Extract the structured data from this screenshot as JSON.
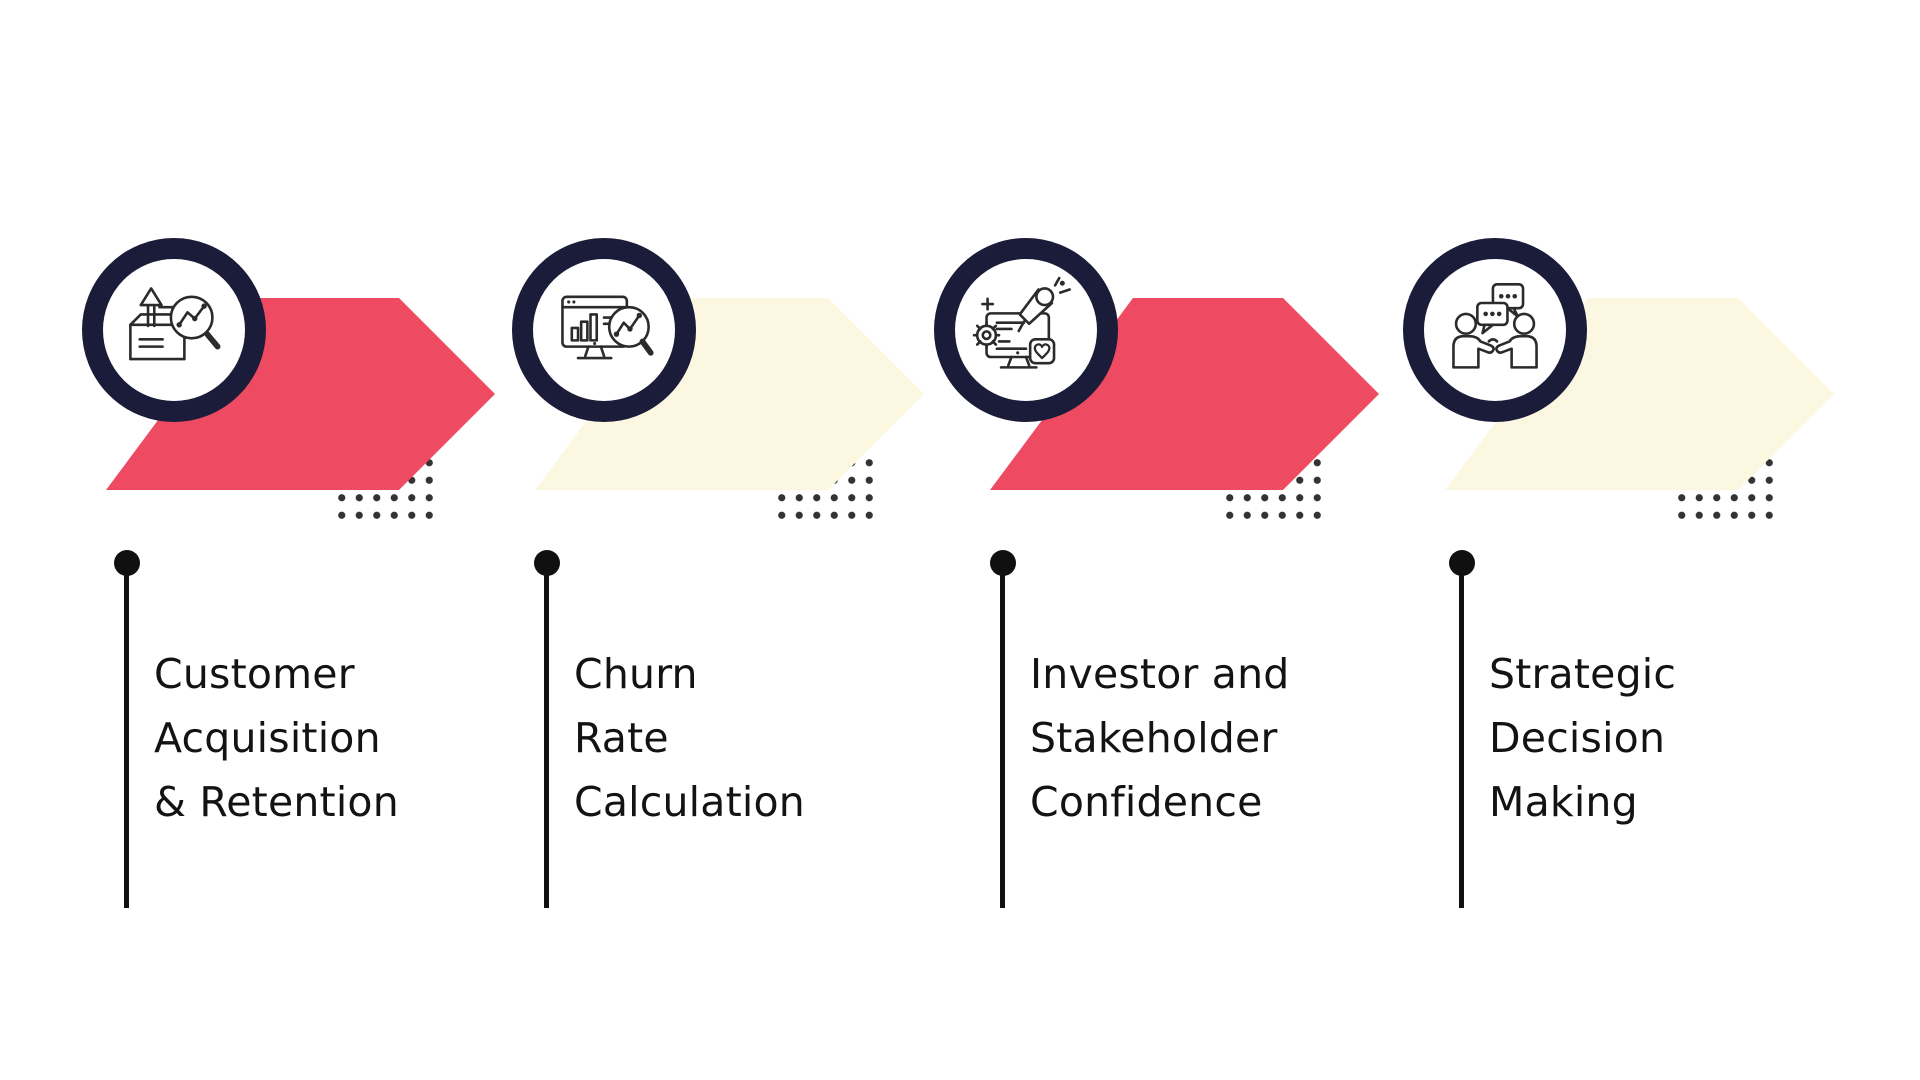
{
  "figure": {
    "type": "process-flow-infographic",
    "background": "#ffffff",
    "step_count": 4
  },
  "colors": {
    "accent_red": "#ee4a62",
    "pale_cream": "#fcf7e1",
    "navy_ring": "#1a1c39",
    "ink": "#101010",
    "dot_grid": "#333333",
    "icon_stroke": "#2b2b2b"
  },
  "steps": [
    {
      "id": 1,
      "icon": "box-growth-magnifier-icon",
      "arrow_color": "#ee4a62",
      "lines": [
        "Customer",
        "Acquisition",
        "& Retention"
      ]
    },
    {
      "id": 2,
      "icon": "dashboard-chart-magnifier-icon",
      "arrow_color": "#fcf7e1",
      "lines": [
        "Churn",
        "Rate",
        "Calculation"
      ]
    },
    {
      "id": 3,
      "icon": "megaphone-monitor-icon",
      "arrow_color": "#ee4a62",
      "lines": [
        "Investor and",
        "Stakeholder",
        "Confidence"
      ]
    },
    {
      "id": 4,
      "icon": "people-discussion-icon",
      "arrow_color": "#fcf7e1",
      "lines": [
        "Strategic",
        "Decision",
        "Making"
      ]
    }
  ]
}
